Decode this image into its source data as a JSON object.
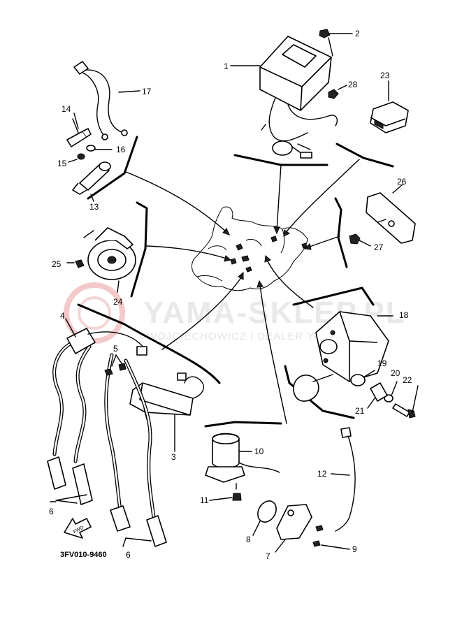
{
  "watermark": {
    "brand": "YAMA-SKLEP.PL",
    "subtitle": "WOJCIECHOWICZ | DEALER YAMAHA"
  },
  "diagram_code": "3FV010-9460",
  "fwd_arrow_label": "FWD",
  "callouts": {
    "p1": "1",
    "p2": "2",
    "p3": "3",
    "p4": "4",
    "p5": "5",
    "p6a": "6",
    "p6b": "6",
    "p7": "7",
    "p8": "8",
    "p9": "9",
    "p10": "10",
    "p11": "11",
    "p12": "12",
    "p13": "13",
    "p14": "14",
    "p15": "15",
    "p16": "16",
    "p17": "17",
    "p18": "18",
    "p19": "19",
    "p20": "20",
    "p21": "21",
    "p22": "22",
    "p23": "23",
    "p24": "24",
    "p25": "25",
    "p26": "26",
    "p27": "27",
    "p28": "28"
  }
}
